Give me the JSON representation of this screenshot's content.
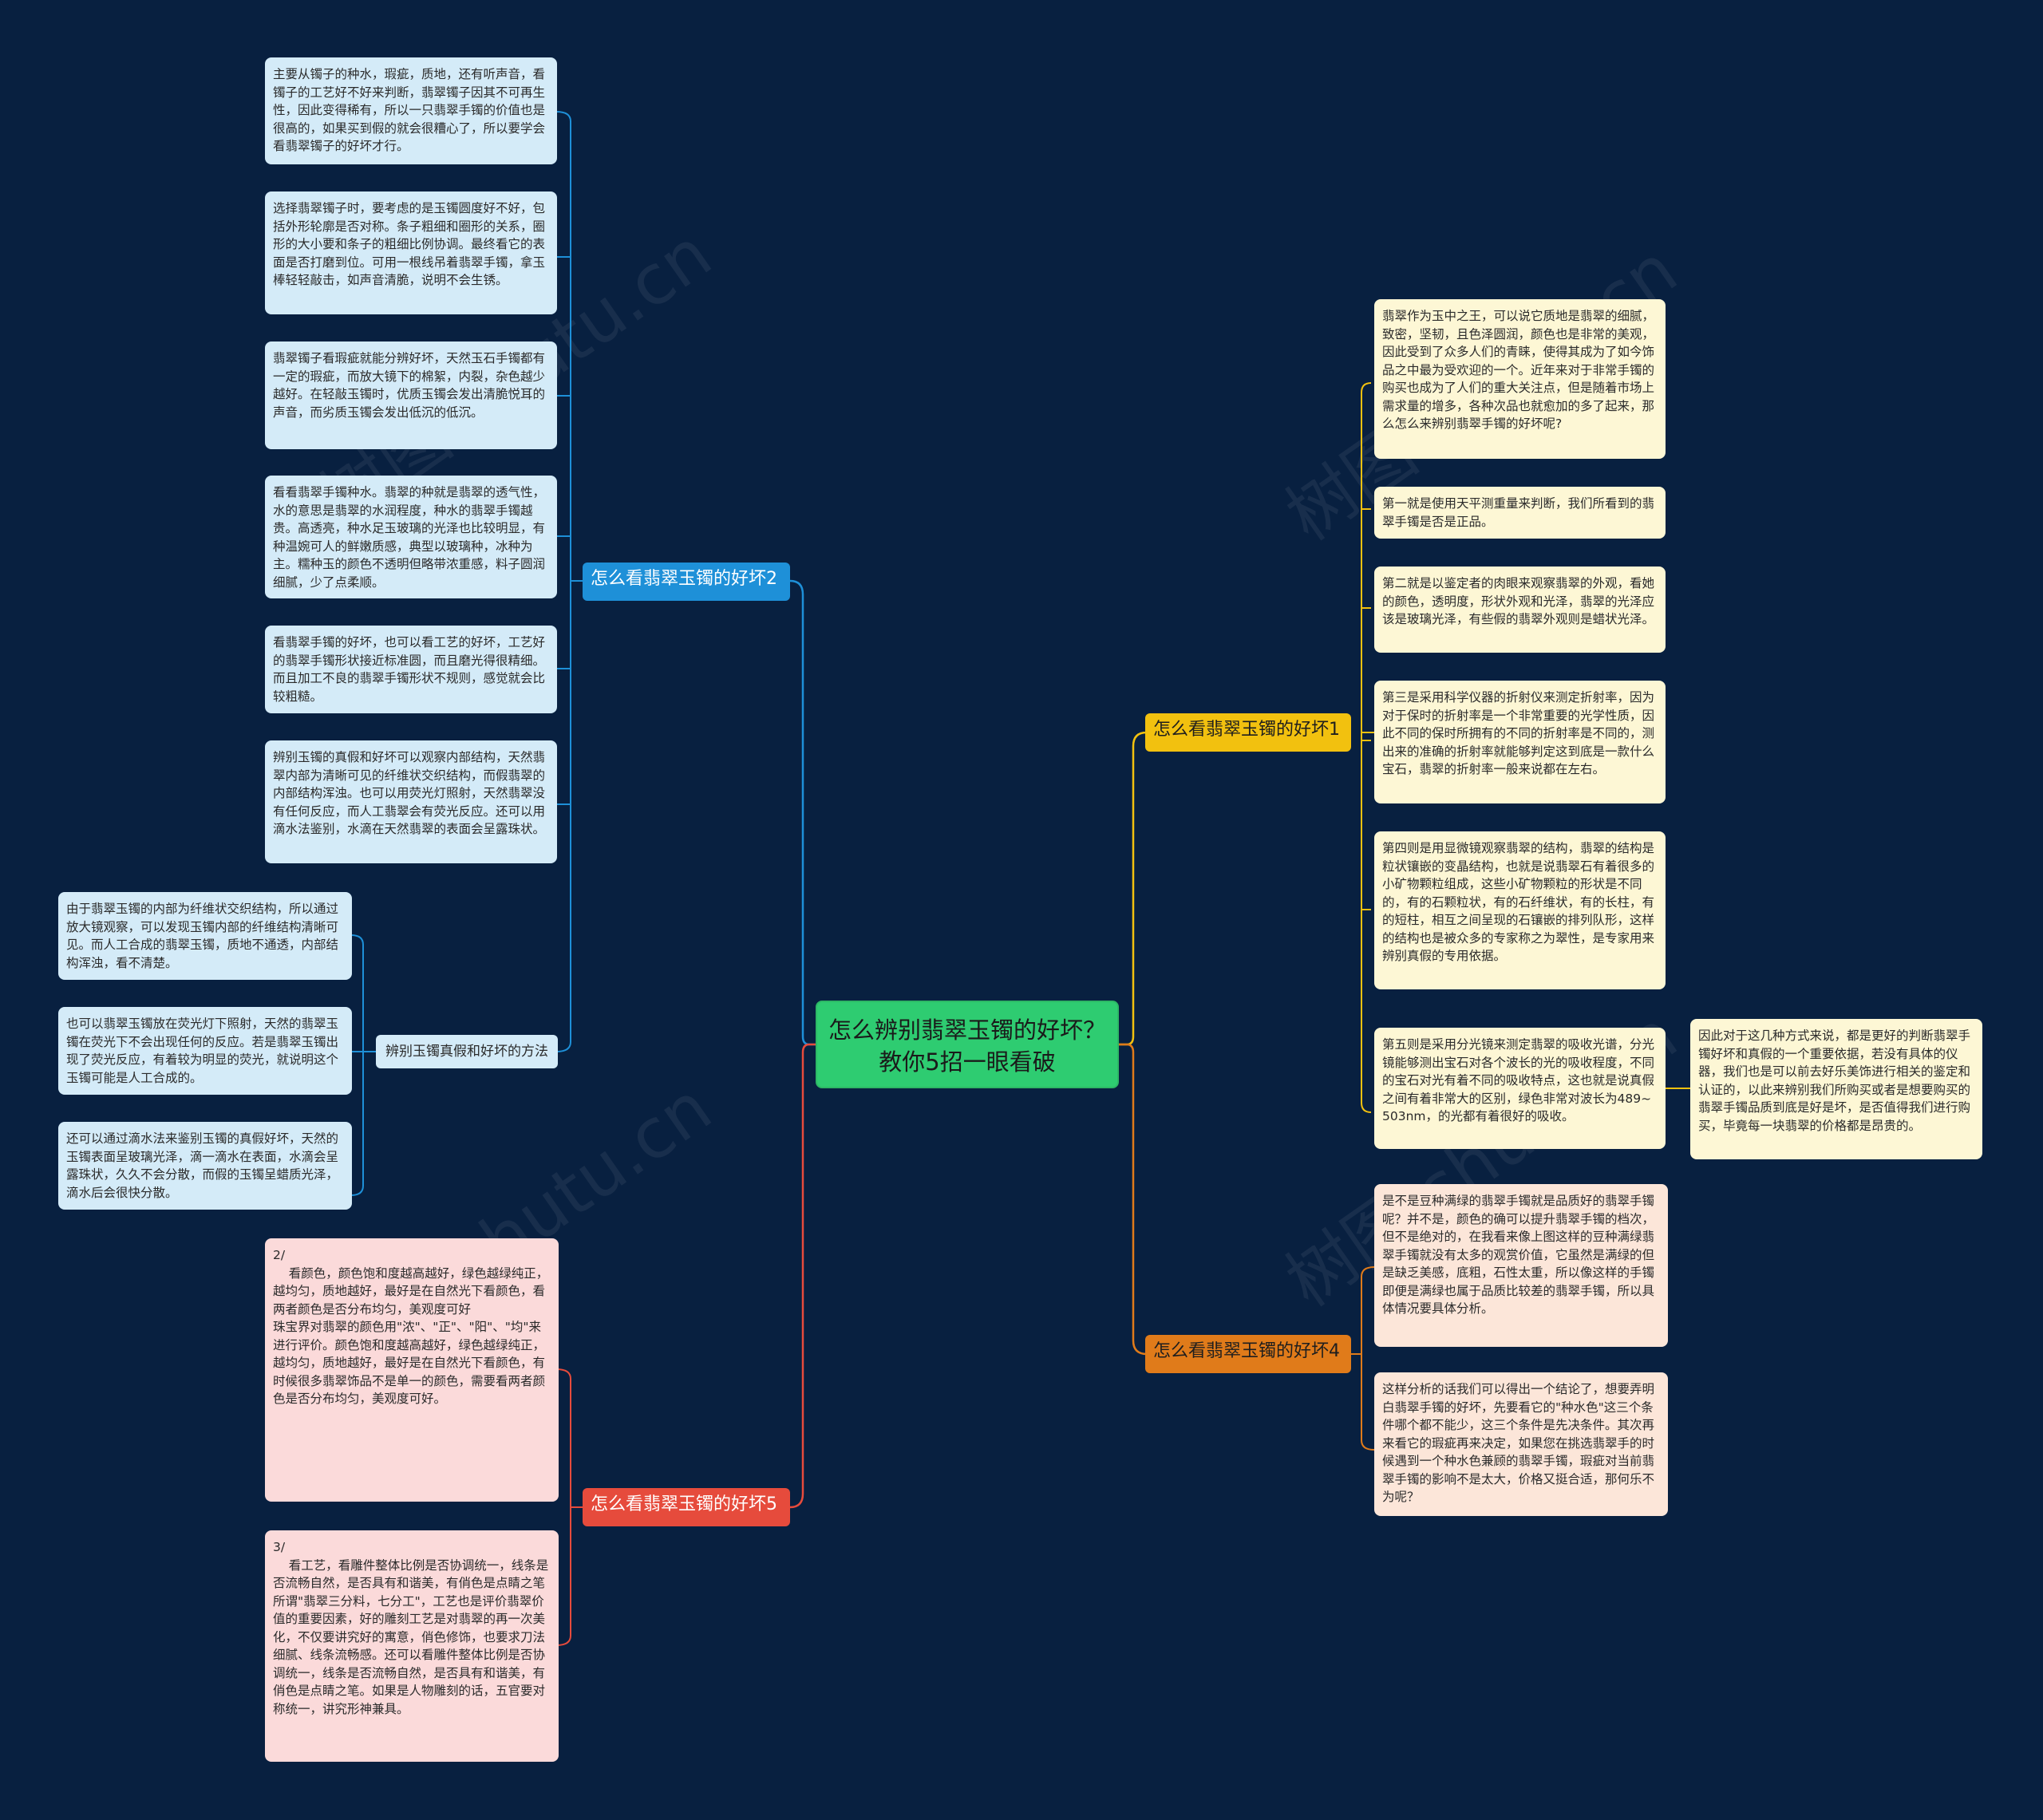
{
  "root": {
    "title": "怎么辨别翡翠玉镯的好坏？教你5招一眼看破"
  },
  "watermark": "树图 shutu.cn",
  "colors": {
    "background": "#082040",
    "root": "#2ecc71",
    "branch1": "#f2c10f",
    "branch2": "#1e90d8",
    "branch4": "#e07b1a",
    "branch5": "#e64b3c"
  },
  "branches": {
    "b1": {
      "label": "怎么看翡翠玉镯的好坏1",
      "notes": [
        "翡翠作为玉中之王，可以说它质地是翡翠的细腻，致密，坚韧，且色泽圆润，颜色也是非常的美观，因此受到了众多人们的青睐，使得其成为了如今饰品之中最为受欢迎的一个。近年来对于非常手镯的购买也成为了人们的重大关注点，但是随着市场上需求量的增多，各种次品也就愈加的多了起来，那么怎么来辨别翡翠手镯的好坏呢?",
        "第一就是使用天平测重量来判断，我们所看到的翡翠手镯是否是正品。",
        "第二就是以鉴定者的肉眼来观察翡翠的外观，看她的颜色，透明度，形状外观和光泽，翡翠的光泽应该是玻璃光泽，有些假的翡翠外观则是蜡状光泽。",
        "第三是采用科学仪器的折射仪来测定折射率，因为对于保时的折射率是一个非常重要的光学性质，因此不同的保时所拥有的不同的折射率是不同的，测出来的准确的折射率就能够判定这到底是一款什么宝石，翡翠的折射率一般来说都在左右。",
        "第四则是用显微镜观察翡翠的结构，翡翠的结构是粒状镶嵌的变晶结构，也就是说翡翠石有着很多的小矿物颗粒组成，这些小矿物颗粒的形状是不同的，有的石颗粒状，有的石纤维状，有的长柱，有的短柱，相互之间呈现的石镶嵌的排列队形，这样的结构也是被众多的专家称之为翠性，是专家用来辨别真假的专用依据。",
        "第五则是采用分光镜来测定翡翠的吸收光谱，分光镜能够测出宝石对各个波长的光的吸收程度，不同的宝石对光有着不同的吸收特点，这也就是说真假之间有着非常大的区别，绿色非常对波长为489~503nm，的光都有着很好的吸收。"
      ],
      "extra": "因此对于这几种方式来说，都是更好的判断翡翠手镯好坏和真假的一个重要依据，若没有具体的仪器，我们也是可以前去好乐美饰进行相关的鉴定和认证的，以此来辨别我们所购买或者是想要购买的翡翠手镯品质到底是好是坏，是否值得我们进行购买，毕竟每一块翡翠的价格都是昂贵的。"
    },
    "b2": {
      "label": "怎么看翡翠玉镯的好坏2",
      "notes": [
        "主要从镯子的种水，瑕疵，质地，还有听声音，看镯子的工艺好不好来判断，翡翠镯子因其不可再生性，因此变得稀有，所以一只翡翠手镯的价值也是很高的，如果买到假的就会很糟心了，所以要学会看翡翠镯子的好坏才行。",
        "选择翡翠镯子时，要考虑的是玉镯圆度好不好，包括外形轮廓是否对称。条子粗细和圈形的关系，圈形的大小要和条子的粗细比例协调。最终看它的表面是否打磨到位。可用一根线吊着翡翠手镯，拿玉棒轻轻敲击，如声音清脆，说明不会生锈。",
        "翡翠镯子看瑕疵就能分辨好坏，天然玉石手镯都有一定的瑕疵，而放大镜下的棉絮，内裂，杂色越少越好。在轻敲玉镯时，优质玉镯会发出清脆悦耳的声音，而劣质玉镯会发出低沉的低沉。",
        "看看翡翠手镯种水。翡翠的种就是翡翠的透气性，水的意思是翡翠的水润程度，种水的翡翠手镯越贵。高透亮，种水足玉玻璃的光泽也比较明显，有种温婉可人的鲜嫩质感，典型以玻璃种，冰种为主。糯种玉的颜色不透明但略带浓重感，料子圆润细腻，少了点柔顺。",
        "看翡翠手镯的好坏，也可以看工艺的好坏，工艺好的翡翠手镯形状接近标准圆，而且磨光得很精细。而且加工不良的翡翠手镯形状不规则，感觉就会比较粗糙。",
        "辨别玉镯的真假和好坏可以观察内部结构，天然翡翠内部为清晰可见的纤维状交织结构，而假翡翠的内部结构浑浊。也可以用荧光灯照射，天然翡翠没有任何反应，而人工翡翠会有荧光反应。还可以用滴水法鉴别，水滴在天然翡翠的表面会呈露珠状。"
      ],
      "sub": {
        "label": "辨别玉镯真假和好坏的方法",
        "notes": [
          "由于翡翠玉镯的内部为纤维状交织结构，所以通过放大镜观察，可以发现玉镯内部的纤维结构清晰可见。而人工合成的翡翠玉镯，质地不通透，内部结构浑浊，看不清楚。",
          "也可以翡翠玉镯放在荧光灯下照射，天然的翡翠玉镯在荧光下不会出现任何的反应。若是翡翠玉镯出现了荧光反应，有着较为明显的荧光，就说明这个玉镯可能是人工合成的。",
          "还可以通过滴水法来鉴别玉镯的真假好坏，天然的玉镯表面呈玻璃光泽，滴一滴水在表面，水滴会呈露珠状，久久不会分散，而假的玉镯呈蜡质光泽，滴水后会很快分散。"
        ]
      }
    },
    "b4": {
      "label": "怎么看翡翠玉镯的好坏4",
      "notes": [
        "是不是豆种满绿的翡翠手镯就是品质好的翡翠手镯呢？并不是，颜色的确可以提升翡翠手镯的档次，但不是绝对的，在我看来像上图这样的豆种满绿翡翠手镯就没有太多的观赏价值，它虽然是满绿的但是缺乏美感，底粗，石性太重，所以像这样的手镯即便是满绿也属于品质比较差的翡翠手镯，所以具体情况要具体分析。",
        "这样分析的话我们可以得出一个结论了，想要弄明白翡翠手镯的好坏，先要看它的\"种水色\"这三个条件哪个都不能少，这三个条件是先决条件。其次再来看它的瑕疵再来决定，如果您在挑选翡翠手的时候遇到一个种水色兼顾的翡翠手镯，瑕疵对当前翡翠手镯的影响不是太大，价格又挺合适，那何乐不为呢？"
      ]
    },
    "b5": {
      "label": "怎么看翡翠玉镯的好坏5",
      "notes": [
        "2/\n    看颜色，颜色饱和度越高越好，绿色越绿纯正，越均匀，质地越好，最好是在自然光下看颜色，看两者颜色是否分布均匀，美观度可好                                    珠宝界对翡翠的颜色用\"浓\"、\"正\"、\"阳\"、\"均\"来进行评价。颜色饱和度越高越好，绿色越绿纯正，越均匀，质地越好，最好是在自然光下看颜色，有时候很多翡翠饰品不是单一的颜色，需要看两者颜色是否分布均匀，美观度可好。",
        "3/\n    看工艺，看雕件整体比例是否协调统一，线条是否流畅自然，是否具有和谐美，有俏色是点睛之笔                                           所谓\"翡翠三分料，七分工\"，工艺也是评价翡翠价值的重要因素，好的雕刻工艺是对翡翠的再一次美化，不仅要讲究好的寓意，俏色修饰，也要求刀法细腻、线条流畅感。还可以看雕件整体比例是否协调统一，线条是否流畅自然，是否具有和谐美，有俏色是点睛之笔。如果是人物雕刻的话，五官要对称统一，讲究形神兼具。"
      ]
    }
  }
}
